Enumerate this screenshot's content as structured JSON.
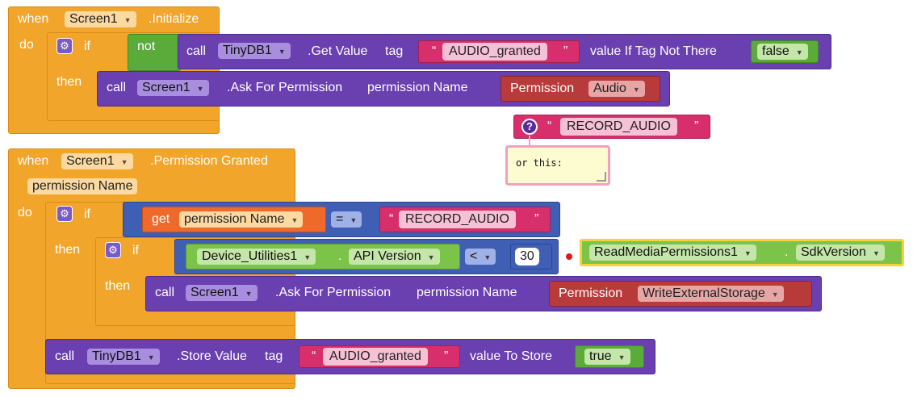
{
  "init_event": {
    "when": "when",
    "component": "Screen1",
    "event": ".Initialize",
    "do": "do",
    "if_block": {
      "if": "if",
      "then": "then",
      "not": "not",
      "call": "call",
      "db_component": "TinyDB1",
      "get_value": ".Get Value",
      "tag": "tag",
      "tag_value": "AUDIO_granted",
      "if_not_there": "value If Tag Not There",
      "default_value": "false",
      "ask_call": "call",
      "ask_component": "Screen1",
      "ask_method": ".Ask For Permission",
      "perm_param": "permission Name",
      "perm_type": "Permission",
      "perm_value": "Audio"
    }
  },
  "loose_string": {
    "open_quote": "“",
    "value": "RECORD_AUDIO",
    "close_quote": "”",
    "comment_icon": "?",
    "comment_text": "or this:"
  },
  "perm_event": {
    "when": "when",
    "component": "Screen1",
    "event": ".Permission Granted",
    "param": "permission Name",
    "do": "do",
    "if": "if",
    "then": "then",
    "get": "get",
    "get_var": "permission Name",
    "eq_op": "=",
    "eq_value": "RECORD_AUDIO",
    "inner_if": {
      "if": "if",
      "then": "then",
      "device_component": "Device_Utilities1",
      "api_prop": "API Version",
      "lt_op": "<",
      "number": "30",
      "call": "call",
      "component": "Screen1",
      "method": ".Ask For Permission",
      "param": "permission Name",
      "perm_type": "Permission",
      "perm_value": "WriteExternalStorage"
    },
    "store": {
      "call": "call",
      "component": "TinyDB1",
      "method": ".Store Value",
      "tag": "tag",
      "tag_value": "AUDIO_granted",
      "value_label": "value To Store",
      "value": "true"
    }
  },
  "loose_sdk": {
    "component": "ReadMediaPermissions1",
    "dot": ".",
    "prop": "SdkVersion"
  }
}
